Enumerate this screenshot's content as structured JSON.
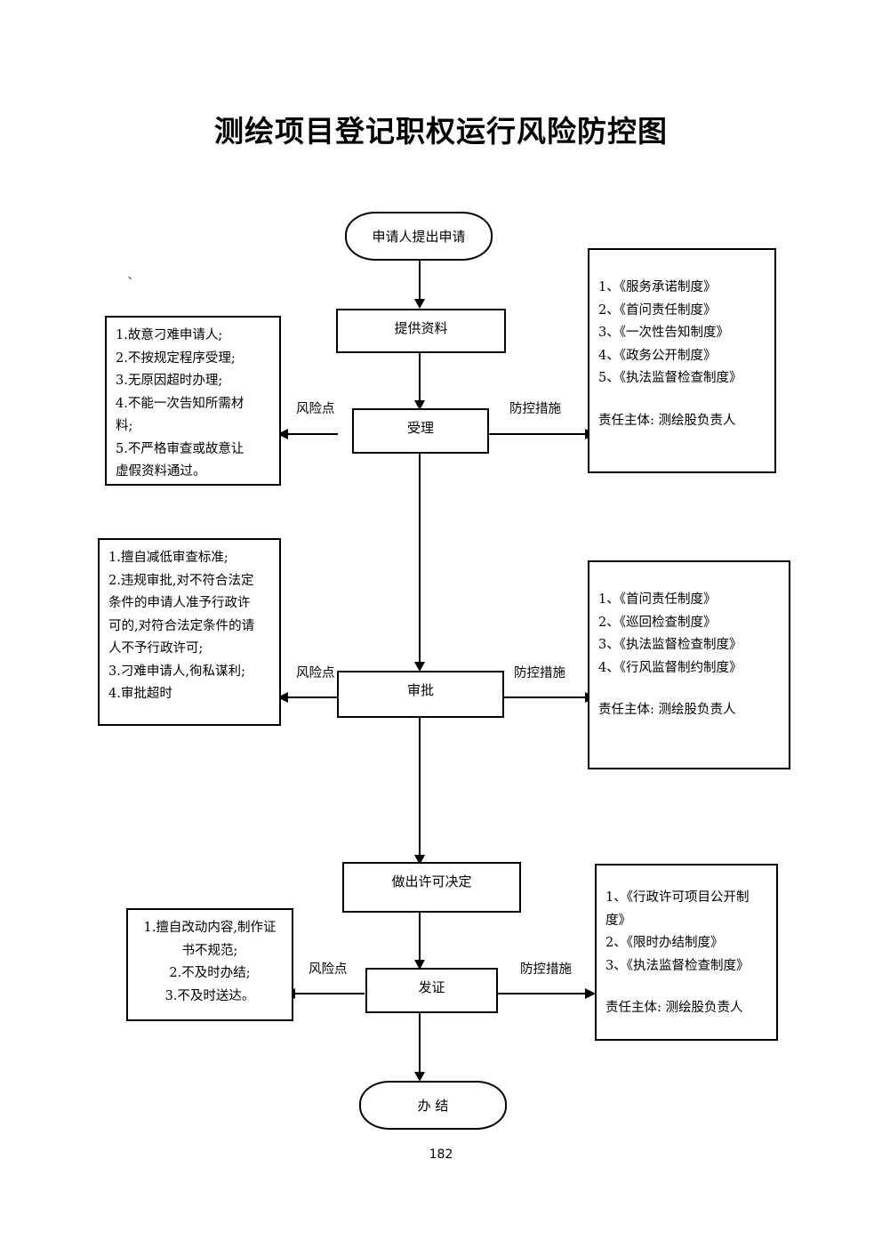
{
  "document": {
    "title": "测绘项目登记职权运行风险防控图",
    "page_number": "182",
    "stray_mark": "`"
  },
  "flow": {
    "nodes": [
      {
        "id": "start",
        "label": "申请人提出申请",
        "shape": "terminal"
      },
      {
        "id": "materials",
        "label": "提供资料",
        "shape": "process"
      },
      {
        "id": "accept",
        "label": "受理",
        "shape": "process"
      },
      {
        "id": "approve",
        "label": "审批",
        "shape": "process"
      },
      {
        "id": "decision",
        "label": "做出许可决定",
        "shape": "process"
      },
      {
        "id": "issue",
        "label": "发证",
        "shape": "process"
      },
      {
        "id": "end",
        "label": "办  结",
        "shape": "terminal"
      }
    ],
    "connector_labels": {
      "risk": "风险点",
      "measures": "防控措施"
    }
  },
  "risk_boxes": [
    {
      "id": "risk-accept",
      "attached_to": "受理",
      "align": "left",
      "lines": [
        "1.故意刁难申请人;",
        "2.不按规定程序受理;",
        "3.无原因超时办理;",
        "4.不能一次告知所需材",
        "料;",
        "5.不严格审查或故意让",
        "虚假资料通过。"
      ]
    },
    {
      "id": "risk-approve",
      "attached_to": "审批",
      "align": "left",
      "lines": [
        "1.擅自减低审查标准;",
        "2.违规审批,对不符合法定",
        "条件的申请人准予行政许",
        "可的,对符合法定条件的请",
        "人不予行政许可;",
        "3.刁难申请人,徇私谋利;",
        "4.审批超时"
      ]
    },
    {
      "id": "risk-issue",
      "attached_to": "发证",
      "align": "center",
      "lines": [
        "1.擅自改动内容,制作证",
        "书不规范;",
        "2.不及时办结;",
        "3.不及时送达。"
      ]
    }
  ],
  "measure_boxes": [
    {
      "id": "measures-accept",
      "attached_to": "受理",
      "items": [
        {
          "text": "1、《服务承诺制度》",
          "bold": false
        },
        {
          "text": "2、《首问责任制度》",
          "bold": false
        },
        {
          "text": "3、《一次性告知制度》",
          "bold": false
        },
        {
          "text": "4、《政务公开制度》",
          "bold": false
        },
        {
          "text": "5、《执法监督检查制度》",
          "bold": false
        }
      ],
      "responsible": "责任主体: 测绘股负责人"
    },
    {
      "id": "measures-approve",
      "attached_to": "审批",
      "items": [
        {
          "text": "1、《首问责任制度》",
          "bold": false
        },
        {
          "text": "2、《巡回检查制度》",
          "bold": true
        },
        {
          "text": "3、《执法监督检查制度》",
          "bold": true
        },
        {
          "text": "4、《行风监督制约制度》",
          "bold": true
        }
      ],
      "responsible": "责任主体: 测绘股负责人"
    },
    {
      "id": "measures-issue",
      "attached_to": "发证",
      "items": [
        {
          "text": "1、《行政许可项目公开制",
          "bold": false
        },
        {
          "text": "度》",
          "bold": false
        },
        {
          "text": "2、《限时办结制度》",
          "bold": false
        },
        {
          "text": "3、《执法监督检查制度》",
          "bold": false
        }
      ],
      "responsible": "责任主体: 测绘股负责人"
    }
  ]
}
